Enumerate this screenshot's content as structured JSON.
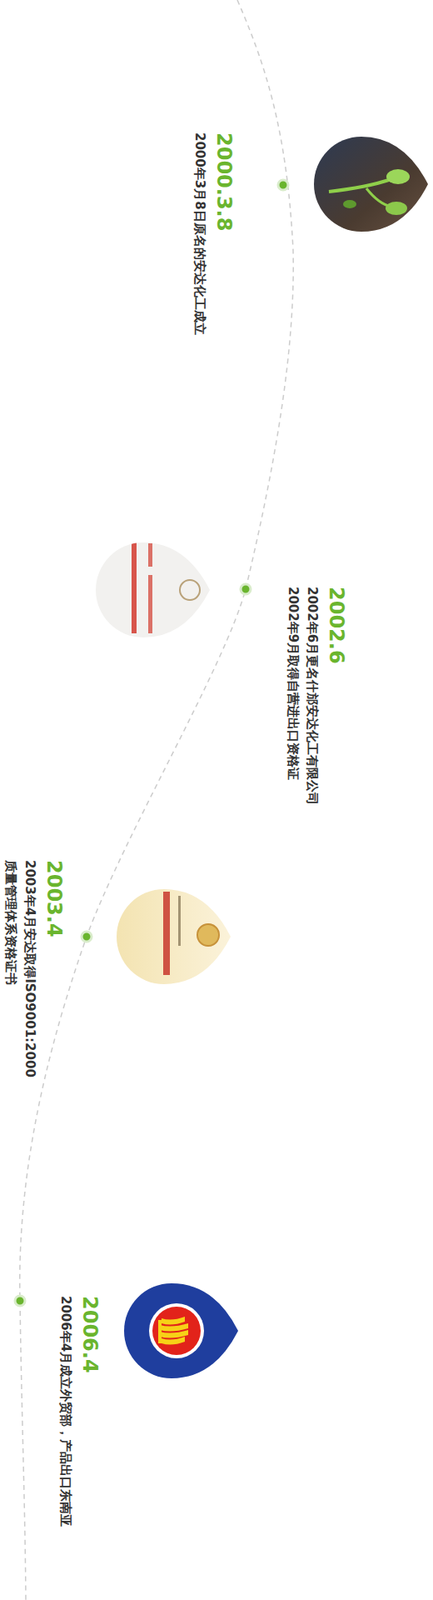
{
  "diagram": {
    "labels": [
      "2000.3.8",
      "2000年3月8日原名的安达化工成立",
      "2002.6",
      "2002年6月更名什邡安达化工有限公司",
      "2002年9月取得自营进出口资格证",
      "2003.4",
      "2003年4月安达取得ISO9001:2000 质量管理体系资格证书",
      "2006.4",
      "2006年4月成立外贸部，产品出口东南亚"
    ]
  }
}
